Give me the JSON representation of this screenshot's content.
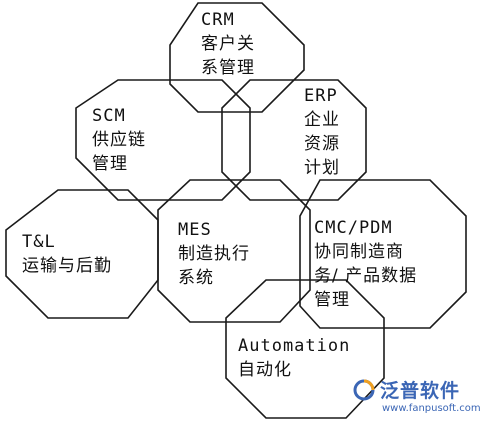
{
  "nodes": {
    "crm": {
      "line1": "CRM",
      "line2": "客户关",
      "line3": "系管理"
    },
    "erp": {
      "line1": "ERP",
      "line2": "企业",
      "line3": "资源",
      "line4": "计划"
    },
    "scm": {
      "line1": "SCM",
      "line2": "供应链",
      "line3": "管理"
    },
    "tl": {
      "line1": "T&L",
      "line2": "运输与后勤"
    },
    "mes": {
      "line1": "MES",
      "line2": "制造执行",
      "line3": "系统"
    },
    "cmc": {
      "line1": "CMC/PDM",
      "line2": "协同制造商",
      "line3": "务/ 产品数据",
      "line4": "管理"
    },
    "automation": {
      "line1": "Automation",
      "line2": "自动化"
    }
  },
  "watermark": {
    "brand": "泛普软件",
    "url": "www.fanpusoft.com",
    "color": "#3b66b5",
    "accent": "#f0a020"
  }
}
